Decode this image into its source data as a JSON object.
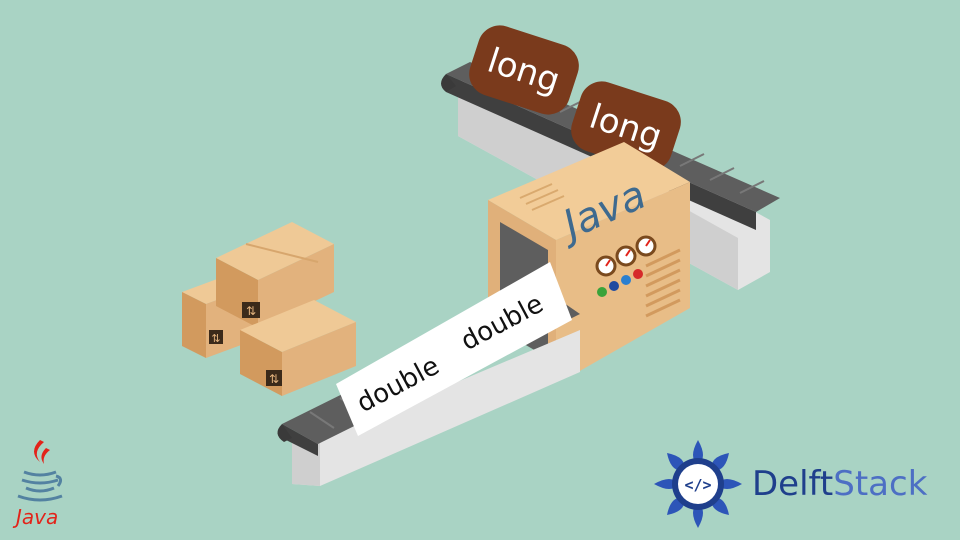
{
  "scene": {
    "machine_label": "Java",
    "top_items": [
      "long",
      "long"
    ],
    "bottom_items": [
      "double",
      "double"
    ]
  },
  "corner_logo": {
    "label": "Java",
    "icon": "java-coffee-cup-icon"
  },
  "brand": {
    "name_part1": "Delft",
    "name_part2": "Stack",
    "icon": "delftstack-mandala-code-icon"
  },
  "colors": {
    "background": "#a9d3c4",
    "machine": "#e8bd87",
    "machine_text": "#3e6a8f",
    "long_item": "#7a3a1c",
    "double_item": "#ffffff",
    "box": "#dcac74",
    "belt": "#5e5e5e",
    "java_red": "#e2231a",
    "java_blue": "#5382a1",
    "brand_blue": "#1f3f8c"
  }
}
